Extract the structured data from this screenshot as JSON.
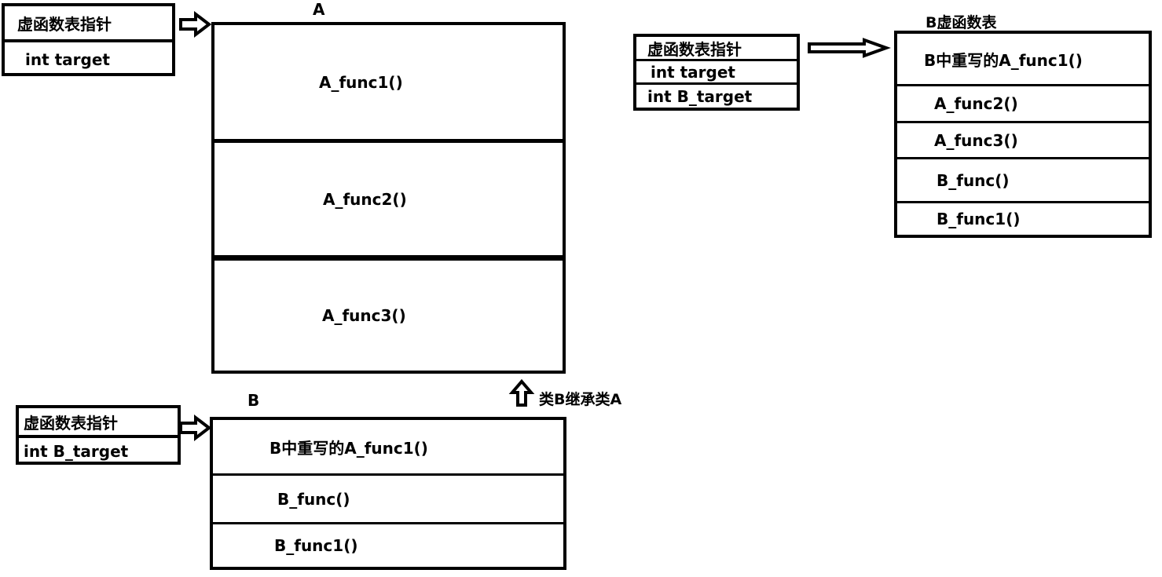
{
  "class_a": {
    "title": "A",
    "funcs": [
      "A_func1()",
      "A_func2()",
      "A_func3()"
    ],
    "obj": {
      "vptr": "虚函数表指针",
      "member": "int target"
    }
  },
  "class_b": {
    "title": "B",
    "funcs": [
      "B中重写的A_func1()",
      "B_func()",
      "B_func1()"
    ],
    "obj": {
      "vptr": "虚函数表指针",
      "member": "int B_target"
    }
  },
  "inherit_label": "类B继承类A",
  "b_object": {
    "rows": [
      "虚函数表指针",
      "int target",
      "int B_target"
    ]
  },
  "b_vtable": {
    "title": "B虚函数表",
    "rows": [
      "B中重写的A_func1()",
      "A_func2()",
      "A_func3()",
      "B_func()",
      "B_func1()"
    ]
  }
}
